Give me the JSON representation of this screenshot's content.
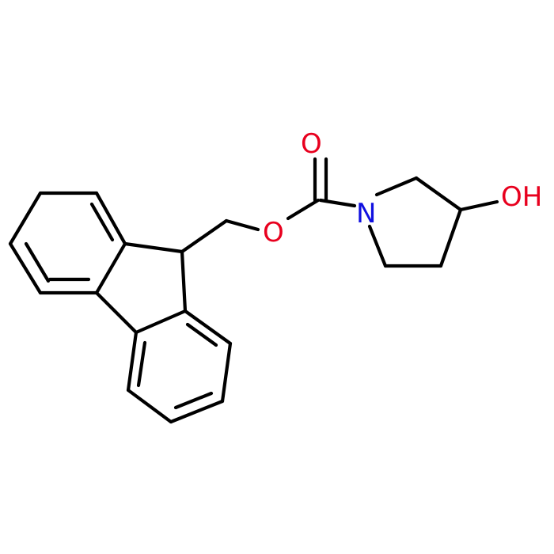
{
  "molecule": {
    "atoms": {
      "carbonyl_oxygen": "O",
      "ester_oxygen": "O",
      "ring_nitrogen": "N",
      "hydroxyl": "OH"
    },
    "colors": {
      "bond": "#000000",
      "oxygen": "#e8001e",
      "nitrogen": "#1010e0",
      "background": "#ffffff"
    }
  }
}
